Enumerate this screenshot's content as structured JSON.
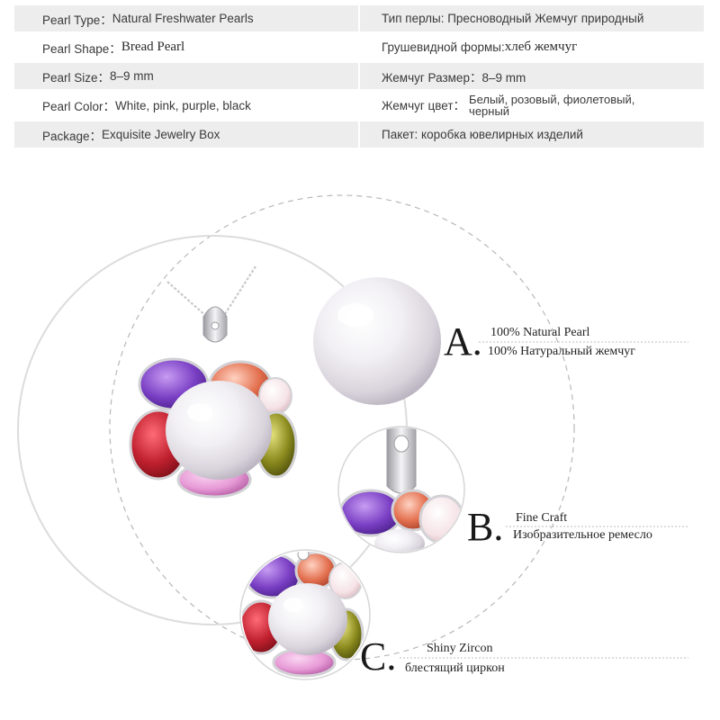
{
  "specs": [
    {
      "label": "Pearl Type：",
      "value": "Natural Freshwater Pearls",
      "ru": "Тип перлы: Пресноводный Жемчуг природный",
      "ru_label": "",
      "ru_value": ""
    },
    {
      "label": "Pearl Shape：",
      "value": "Bread Pearl",
      "ru_label": "Грушевидной формы: ",
      "ru_value": "хлеб жемчуг"
    },
    {
      "label": "Pearl Size：",
      "value": "8–9 mm",
      "ru": "Жемчуг Размер：8–9 mm"
    },
    {
      "label": "Pearl Color：",
      "value": "White, pink, purple, black",
      "ru_label": "Жемчуг цвет：",
      "ru_value": "Белый, розовый, фиолетовый, черный"
    },
    {
      "label": "Package：",
      "value": "Exquisite Jewelry Box",
      "ru": "Пакет: коробка ювелирных изделий"
    }
  ],
  "callouts": {
    "a": {
      "letter": "A.",
      "en": "100% Natural Pearl",
      "ru": "100% Натуральный жемчуг"
    },
    "b": {
      "letter": "B.",
      "en": "Fine Craft",
      "ru": "Изобразительное ремесло"
    },
    "c": {
      "letter": "C.",
      "en": "Shiny Zircon",
      "ru": "блестящий циркон"
    }
  },
  "colors": {
    "row_shade": "#ededed",
    "amethyst": "#7a3fc4",
    "garnet": "#c0202e",
    "peridot": "#8a8a1e",
    "pink": "#e79ad6",
    "orange": "#e3704f",
    "pearl": "#f2f0f4",
    "silver": "#c9c9cc"
  },
  "icons": [
    "pendant-image",
    "pearl-closeup",
    "bail-detail",
    "zircon-detail"
  ]
}
